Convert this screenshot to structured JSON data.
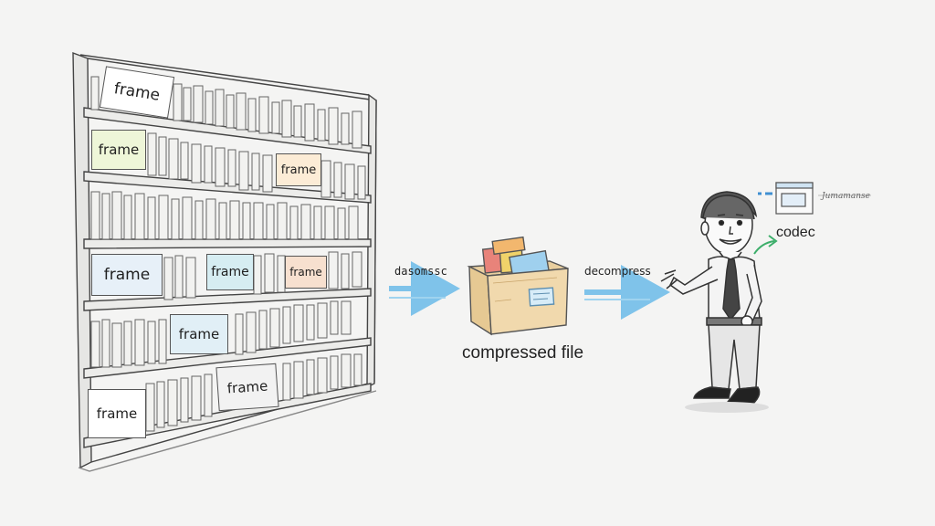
{
  "bookshelf": {
    "frames": [
      {
        "label": "frame",
        "tint": "#ffffff"
      },
      {
        "label": "frame",
        "tint": "#e9f4cf"
      },
      {
        "label": "frame",
        "tint": "#fbe8cf"
      },
      {
        "label": "frame",
        "tint": "#e3eef8"
      },
      {
        "label": "frame",
        "tint": "#cfe9ef"
      },
      {
        "label": "frame",
        "tint": "#f7dcc8"
      },
      {
        "label": "frame",
        "tint": "#dcecf4"
      },
      {
        "label": "frame",
        "tint": "#f2f2f2"
      },
      {
        "label": "frame",
        "tint": "#ffffff"
      }
    ]
  },
  "arrow_left": {
    "label": "dasomssc"
  },
  "box": {
    "label": "compressed file"
  },
  "arrow_right": {
    "label": "decompress"
  },
  "person": {
    "codec_label": "codec",
    "scribble_label": "Jumamanse"
  },
  "colors": {
    "arrow": "#7fc3ea",
    "box": "#f1d9ad",
    "file_red": "#e8837a",
    "file_yellow": "#f0d36a",
    "file_blue": "#9fd0ee"
  }
}
